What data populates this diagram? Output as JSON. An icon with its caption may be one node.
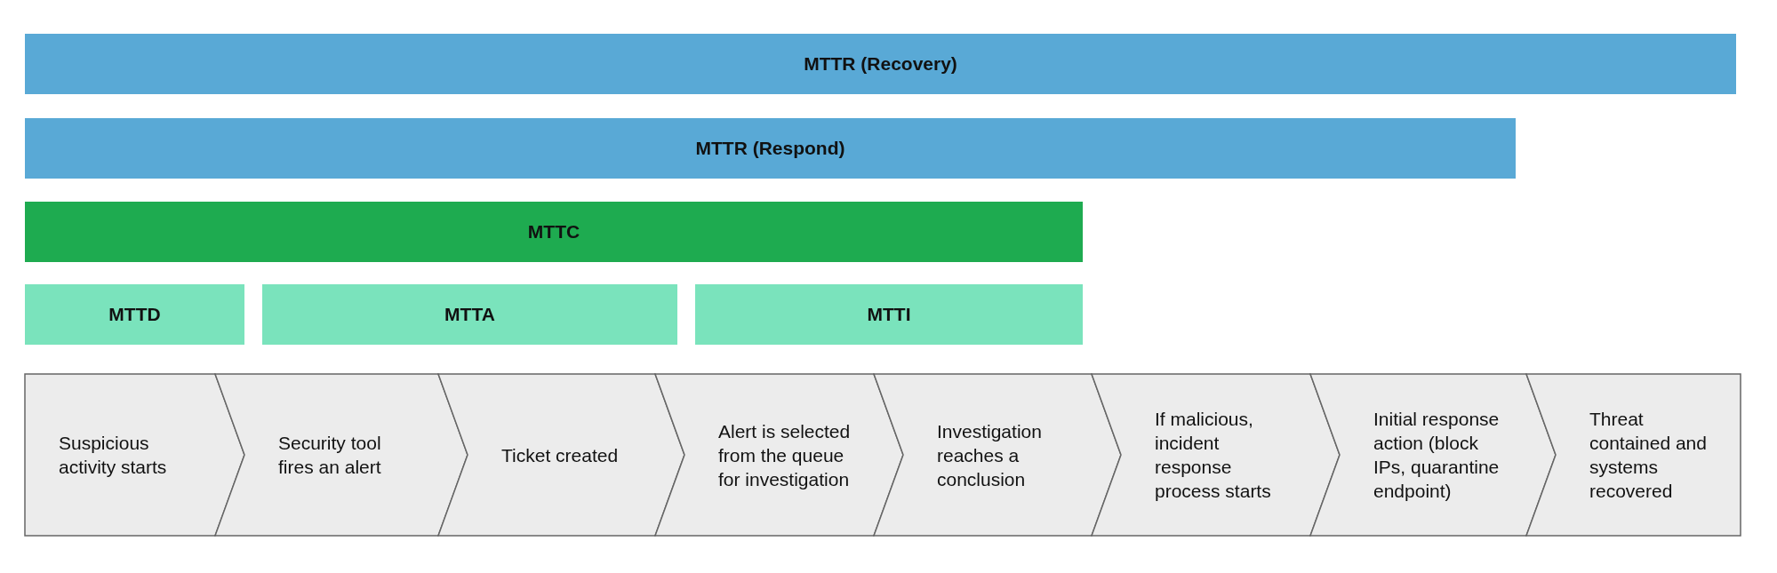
{
  "diagram": {
    "nodes": [
      {
        "text": [
          "MTTR (Recovery)"
        ]
      },
      {
        "text": [
          "MTTR (Respond)"
        ]
      },
      {
        "text": [
          "MTTC"
        ]
      },
      {
        "text": [
          "MTTD"
        ]
      },
      {
        "text": [
          "MTTA"
        ]
      },
      {
        "text": [
          "MTTI"
        ]
      },
      {
        "text": [
          "Suspicious activity starts"
        ]
      },
      {
        "text": [
          "Security tool fires an alert"
        ]
      },
      {
        "text": [
          "Ticket created"
        ]
      },
      {
        "text": [
          "Alert is selected from the queue for investigation"
        ]
      },
      {
        "text": [
          "Investigation reaches a conclusion"
        ]
      },
      {
        "text": [
          "If malicious, incident response process starts"
        ]
      },
      {
        "text": [
          "Initial response action (block IPs, quarantine endpoint)"
        ]
      },
      {
        "text": [
          "Threat contained and systems recovered"
        ]
      }
    ],
    "edges": []
  }
}
